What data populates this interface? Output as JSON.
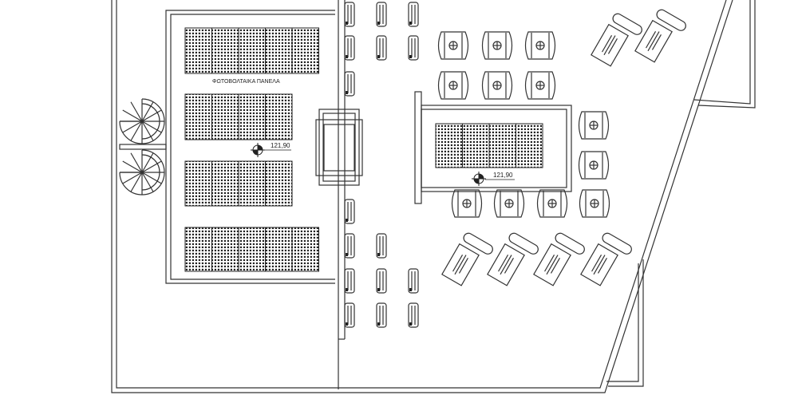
{
  "drawing": {
    "panels_label": "ΦΩΤΟΒΟΛΤΑΙΚΑ ΠΑΝΕΛΑ",
    "elevation_left": "121,90",
    "elevation_right": "121,90"
  }
}
